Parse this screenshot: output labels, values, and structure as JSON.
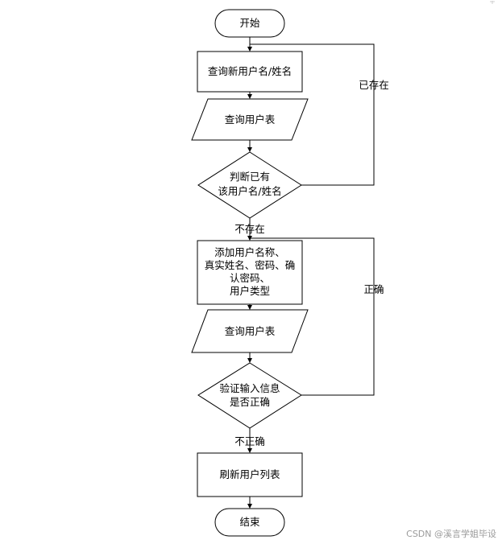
{
  "nodes": {
    "start": "开始",
    "query_name": "查询新用户名/姓名",
    "query_table_1": "查询用户表",
    "judge_exists": [
      "判断已有",
      "该用户名/姓名"
    ],
    "add_user": [
      "添加用户名称、",
      "真实姓名、密码、确",
      "认密码、",
      "用户类型"
    ],
    "query_table_2": "查询用户表",
    "validate": [
      "验证输入信息",
      "是否正确"
    ],
    "refresh_list": "刷新用户列表",
    "end": "结束"
  },
  "edges": {
    "exists": "已存在",
    "not_exists": "不存在",
    "correct": "正确",
    "incorrect": "不正确"
  },
  "watermark": "CSDN @溪言学姐毕设"
}
